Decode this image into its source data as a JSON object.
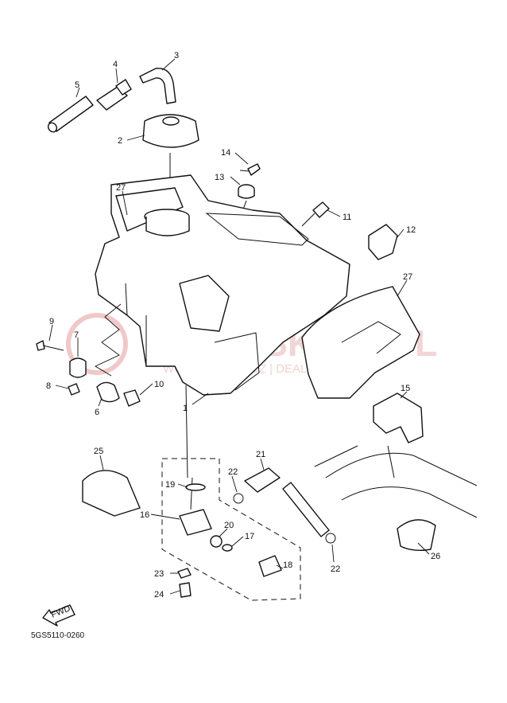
{
  "watermark": {
    "brand": "YAMASKLEP.PL",
    "subline": "WOJCIECHOWICZ | DEALER YAMAHA",
    "color": "#e8b4b4"
  },
  "diagram_code": "5GS5110-0260",
  "fwd_label": "FWD",
  "callouts": [
    "1",
    "2",
    "3",
    "4",
    "5",
    "6",
    "7",
    "8",
    "9",
    "10",
    "11",
    "12",
    "13",
    "14",
    "15",
    "16",
    "17",
    "18",
    "19",
    "20",
    "21",
    "22",
    "22",
    "23",
    "24",
    "25",
    "26",
    "27",
    "27"
  ]
}
